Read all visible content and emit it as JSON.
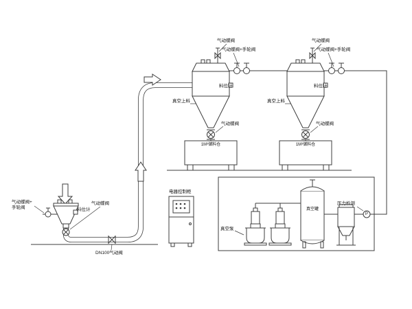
{
  "colors": {
    "background": "#ffffff",
    "line": "#3c3c3c"
  },
  "labels": {
    "vessel1": {
      "top_valve": "气动蝶阀",
      "top_combo": "气动蝶阀+手轮阀",
      "level": "料位计",
      "feed": "真空上料",
      "outlet_valve": "气动蝶阀",
      "stand": "1M³储料仓"
    },
    "vessel2": {
      "top_valve": "气动蝶阀",
      "top_combo": "气动蝶阀+手轮阀",
      "level": "料位计",
      "feed": "真空上料",
      "outlet_valve": "气动蝶阀",
      "stand": "1M³储料仓"
    },
    "feed_station": {
      "combo_valve": "气动蝶阀+\n手轮阀",
      "level": "料位计",
      "valve": "气动蝶阀",
      "dn100_valve": "DN100气动阀"
    },
    "cabinet": {
      "title": "电器控制柜"
    },
    "vacuum_system": {
      "pump": "真空泵",
      "tank": "真空罐",
      "pressure": "压力检测",
      "gauge": "P"
    }
  }
}
